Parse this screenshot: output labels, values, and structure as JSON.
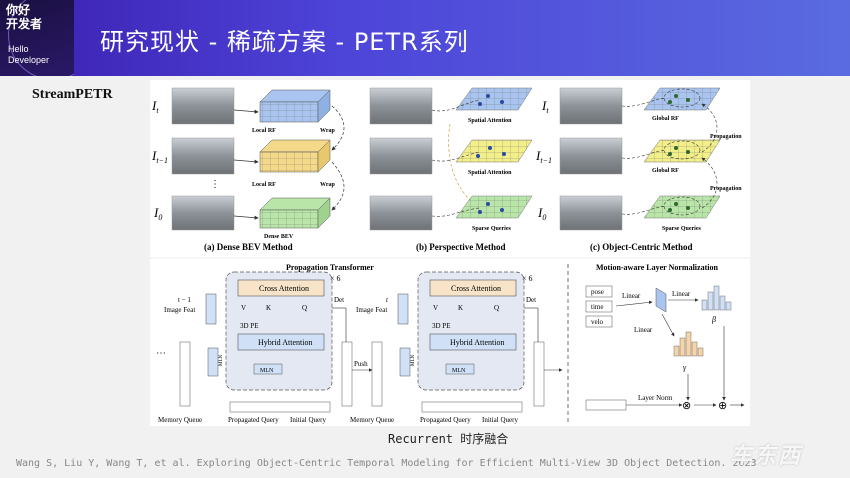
{
  "logo": {
    "line1": "你好",
    "line2": "开发者",
    "line3": "Hello",
    "line4": "Developer"
  },
  "slide_title": "研究现状 - 稀疏方案 - PETR系列",
  "subtitle": "StreamPETR",
  "figure": {
    "rows": {
      "t": "I",
      "t_sub": "t",
      "t1": "I",
      "t1_sub": "t−1",
      "zero": "I",
      "zero_sub": "0",
      "dots": "⋮"
    },
    "panel_a": {
      "caption": "(a) Dense BEV Method",
      "local_rf": "Local RF",
      "wrap": "Wrap",
      "dense_bev": "Dense BEV"
    },
    "panel_b": {
      "caption": "(b) Perspective Method",
      "spatial_attention": "Spatial Attention",
      "sparse_queries": "Sparse Queries"
    },
    "panel_c": {
      "caption": "(c) Object-Centric Method",
      "global_rf": "Global RF",
      "propagation": "Propagation",
      "sparse_queries": "Sparse Queries"
    },
    "bottom": {
      "propagation_transformer": "Propagation Transformer",
      "times6": "× 6",
      "cross_attention": "Cross Attention",
      "hybrid_attention": "Hybrid Attention",
      "pe3d": "3D PE",
      "mln": "MLN",
      "v": "V",
      "k": "K",
      "q": "Q",
      "det": "Det",
      "push": "Push",
      "image_feat_t1": "t − 1",
      "image_feat": "Image Feat",
      "image_feat_t": "t",
      "memory_queue": "Memory Queue",
      "propagated_query": "Propagated Query",
      "initial_query": "Initial Query",
      "dots": "⋯",
      "plus": "+"
    },
    "motion": {
      "title": "Motion-aware Layer Normalization",
      "pose": "pose",
      "time": "time",
      "velo": "velo",
      "linear": "Linear",
      "beta": "β",
      "gamma": "γ",
      "layer_norm": "Layer Norm",
      "otimes": "⊗",
      "oplus": "⊕"
    }
  },
  "figure_caption": "Recurrent 时序融合",
  "citation": "Wang S, Liu Y, Wang T, et al. Exploring Object-Centric Temporal Modeling for Efficient Multi-View 3D Object Detection. 2023",
  "watermark": "车东西",
  "colors": {
    "header": "#4a3fd0",
    "bev_grid": "#f5d98a",
    "blue_plane": "#a9c4ee",
    "yellow_plane": "#f2ee8a",
    "green_plane": "#b9e6a8",
    "cross_attention": "#f7e3c8",
    "hybrid_attention": "#cfe0f7",
    "block_bg": "#e3e8f2"
  }
}
